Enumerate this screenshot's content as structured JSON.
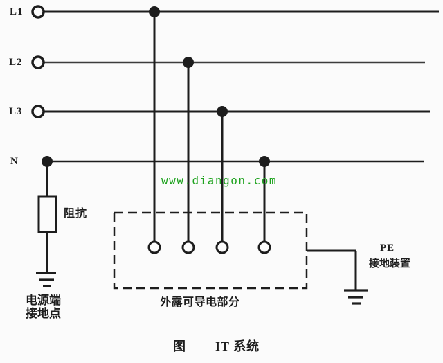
{
  "diagram": {
    "caption": {
      "prefix": "图",
      "title": "IT 系统"
    },
    "watermark": "www.diangon.com",
    "conductors": [
      {
        "label": "L1"
      },
      {
        "label": "L2"
      },
      {
        "label": "L3"
      },
      {
        "label": "N"
      }
    ],
    "labels": {
      "impedance": "阻抗",
      "source_earth_line1": "电源端",
      "source_earth_line2": "接地点",
      "exposed_conductive_parts": "外露可导电部分",
      "pe": "PE",
      "earthing_device": "接地装置"
    },
    "colors": {
      "line": "#1d1d1d",
      "line_soft": "#3c3c3c",
      "watermark_green": "#1fa31f",
      "background": "#fbfbfb"
    }
  }
}
